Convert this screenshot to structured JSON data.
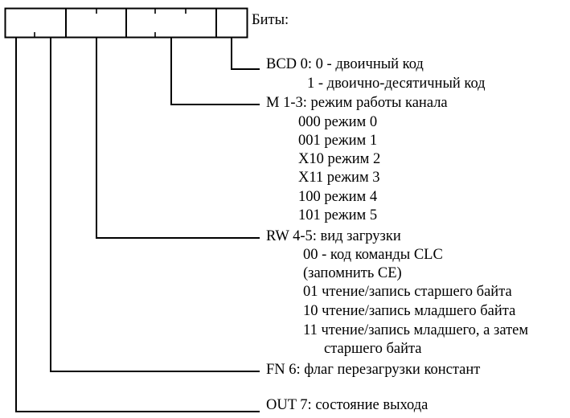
{
  "title": "Биты:",
  "fields": [
    {
      "label": "BCD 0: 0 - двоичный код",
      "values": [
        "1 - двоично-десятичный код"
      ]
    },
    {
      "label": "M 1-3: режим работы канала",
      "values": [
        "000 режим 0",
        "001 режим 1",
        "X10 режим 2",
        "X11 режим 3",
        "100 режим 4",
        "101 режим 5"
      ]
    },
    {
      "label": "RW 4-5: вид загрузки",
      "values": [
        "00 - код команды CLC",
        "(запомнить CE)",
        "01 чтение/запись старшего байта",
        "10 чтение/запись младшего байта",
        "11 чтение/запись младшего, а затем",
        "старшего байта"
      ]
    },
    {
      "label": "FN 6: флаг перезагрузки констант",
      "values": []
    },
    {
      "label": "OUT 7: состояние выхода",
      "values": []
    }
  ]
}
